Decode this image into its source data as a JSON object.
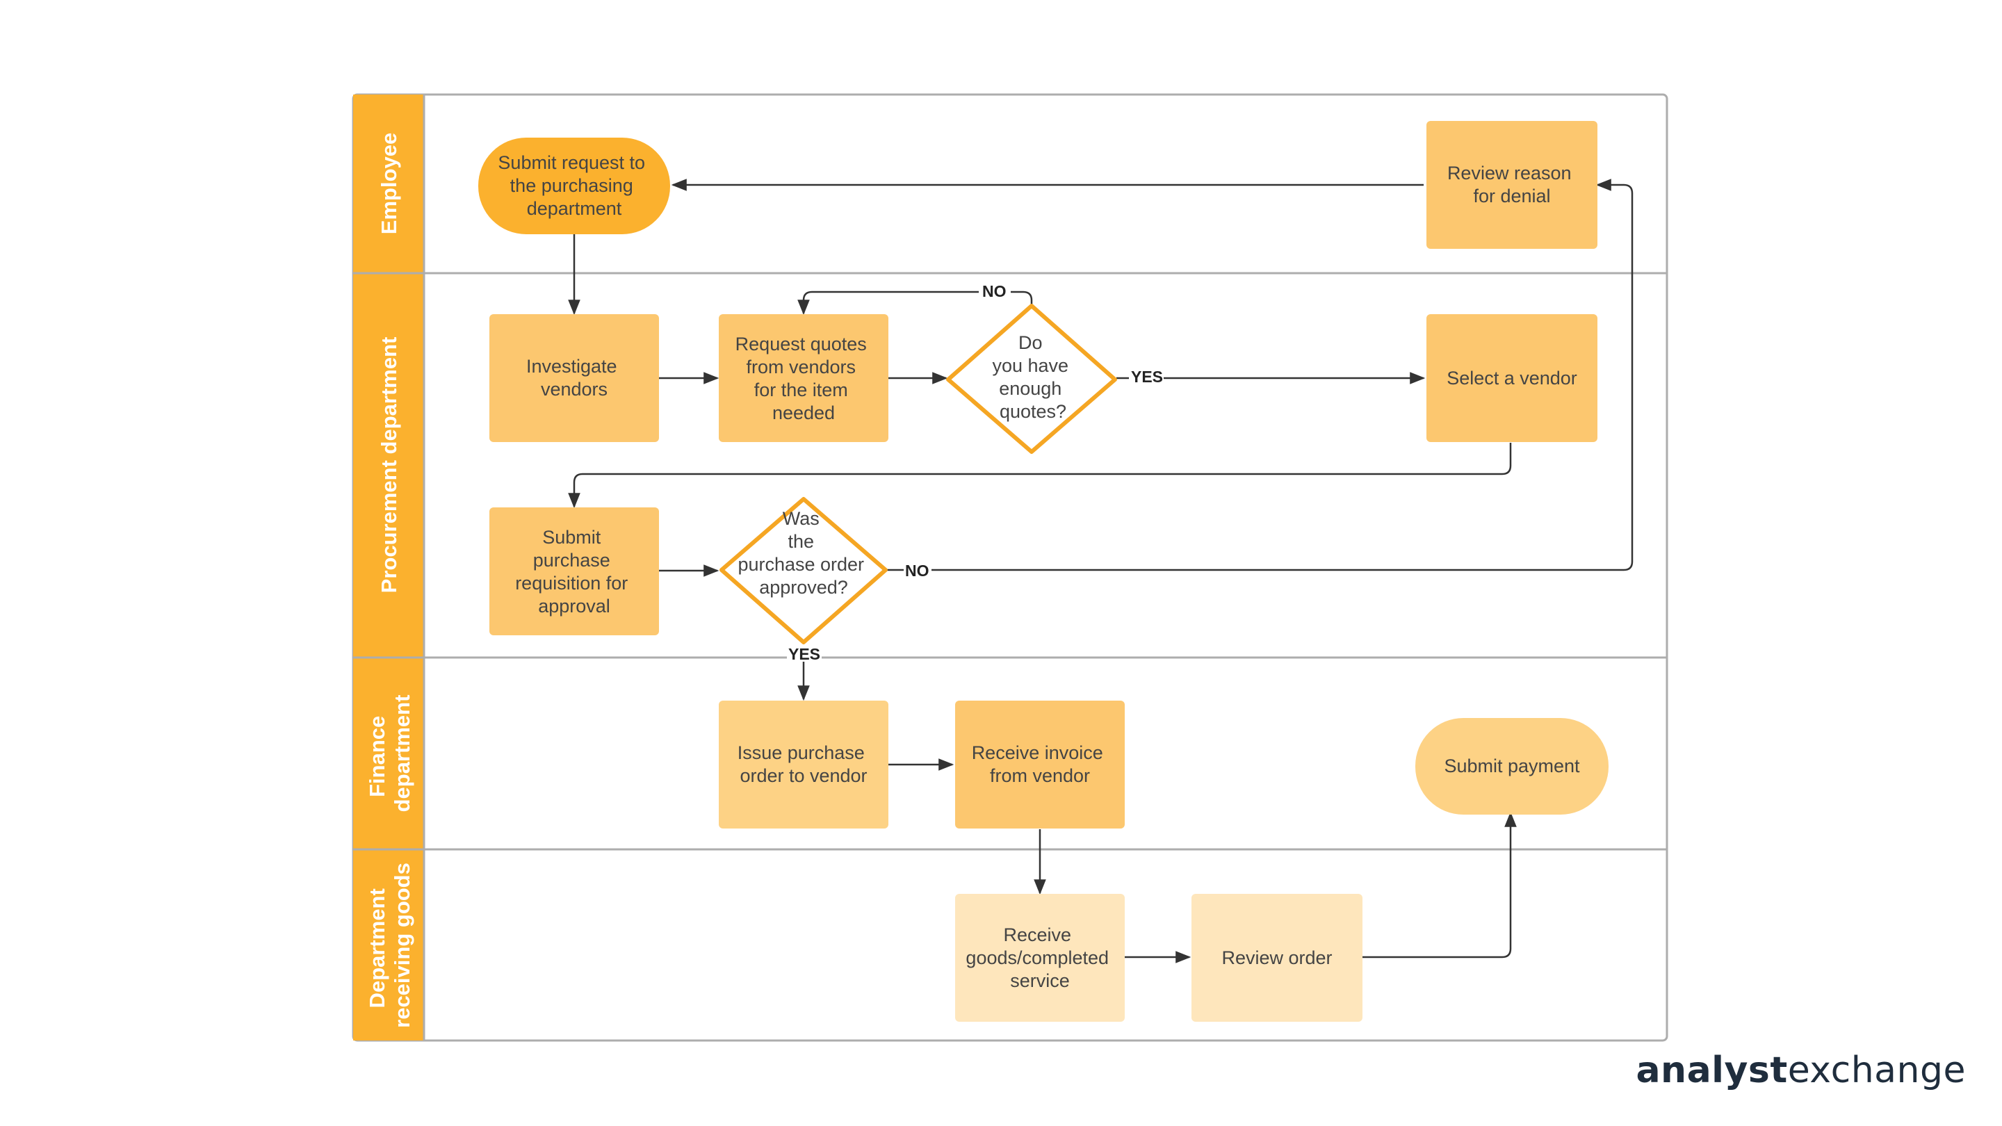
{
  "lanes": [
    {
      "id": "employee",
      "label": "Employee"
    },
    {
      "id": "procurement",
      "label": "Procurement department"
    },
    {
      "id": "finance",
      "label": "Finance department",
      "lines": [
        "Finance",
        "department"
      ]
    },
    {
      "id": "receiving",
      "label": "Department receiving goods",
      "lines": [
        "Department",
        "receiving goods"
      ]
    }
  ],
  "nodes": {
    "submit_request": {
      "shape": "terminal",
      "lines": [
        "Submit request to",
        "the purchasing",
        "department"
      ]
    },
    "review_denial": {
      "shape": "process",
      "lines": [
        "Review reason",
        "for denial"
      ]
    },
    "investigate_vendors": {
      "shape": "process",
      "lines": [
        "Investigate",
        "vendors"
      ]
    },
    "request_quotes": {
      "shape": "process",
      "lines": [
        "Request quotes",
        "from vendors",
        "for the item",
        "needed"
      ]
    },
    "enough_quotes": {
      "shape": "decision",
      "lines": [
        "Do",
        "you have",
        "enough",
        "quotes?"
      ]
    },
    "select_vendor": {
      "shape": "process",
      "lines": [
        "Select a vendor"
      ]
    },
    "submit_requisition": {
      "shape": "process",
      "lines": [
        "Submit",
        "purchase",
        "requisition for",
        "approval"
      ]
    },
    "po_approved": {
      "shape": "decision",
      "lines": [
        "Was",
        "the",
        "purchase order",
        "approved?"
      ]
    },
    "issue_po": {
      "shape": "process",
      "lines": [
        "Issue purchase",
        "order to vendor"
      ]
    },
    "receive_invoice": {
      "shape": "process",
      "lines": [
        "Receive invoice",
        "from vendor"
      ]
    },
    "submit_payment": {
      "shape": "terminal",
      "lines": [
        "Submit payment"
      ]
    },
    "receive_goods": {
      "shape": "process",
      "lines": [
        "Receive",
        "goods/completed",
        "service"
      ]
    },
    "review_order": {
      "shape": "process",
      "lines": [
        "Review order"
      ]
    }
  },
  "edge_labels": {
    "quotes_no": "NO",
    "quotes_yes": "YES",
    "approved_no": "NO",
    "approved_yes": "YES"
  },
  "brand": {
    "bold": "analyst",
    "regular": "exchange"
  },
  "colors": {
    "lane_header": "#FBB12E",
    "node_strong": "#FCC76F",
    "node_medium": "#FDD285",
    "node_light": "#FEE6BC",
    "decision_border": "#F5A623",
    "border": "#ADADAD",
    "text": "#444444",
    "connector": "#333333",
    "brand_text": "#1F2D3D"
  }
}
